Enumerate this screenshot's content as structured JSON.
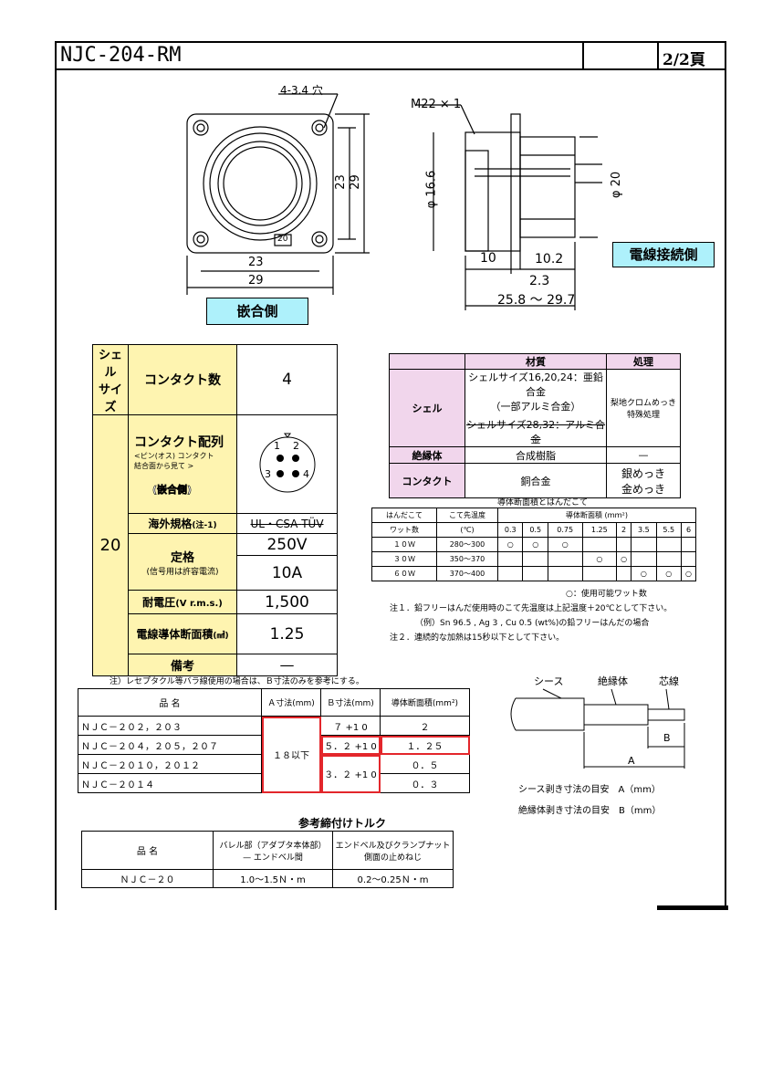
{
  "header": {
    "title": "NJC-204-RM",
    "page": "2/2頁"
  },
  "drawing": {
    "front": {
      "hole_note": "4-3.4 穴",
      "dim_23_h": "23",
      "dim_29_h": "29",
      "dim_23_v": "23",
      "dim_29_v": "29",
      "shell_mark": "20",
      "label": "嵌合側"
    },
    "side": {
      "thread": "M22 × 1",
      "dia_16_6": "φ 16.6",
      "dia_20": "φ 20",
      "dim_10": "10",
      "dim_10_2": "10.2",
      "dim_2_3": "2.3",
      "dim_len": "25.8 ～ 29.7",
      "label": "電線接続側"
    }
  },
  "spec": {
    "shell_size_label": "シェル\nサイズ",
    "contacts_label": "コンタクト数",
    "contacts_value": "4",
    "shell_size_value": "20",
    "arrangement_label": "コンタクト配列",
    "arrangement_note1": "<ピン(オス) コンタクト",
    "arrangement_note2": "結合面から見て >",
    "arrangement_side": "(嵌合側)",
    "pin_labels": [
      "1",
      "2",
      "3",
      "4"
    ],
    "overseas_label": "海外規格",
    "overseas_note": "(注-1)",
    "overseas_values": [
      "UL・CSA",
      "TÜV"
    ],
    "rating_label": "定格",
    "rating_note": "(信号用は許容電流)",
    "rating_voltage": "250V",
    "rating_current": "10A",
    "withstand_label": "耐電圧",
    "withstand_unit": "(V r.m.s.)",
    "withstand_value": "1,500",
    "wire_label": "電線導体断面積",
    "wire_unit": "(㎟)",
    "wire_value": "1.25",
    "remark_label": "備考",
    "remark_value": "—"
  },
  "materials": {
    "headers": [
      "材質",
      "処理"
    ],
    "rows": [
      {
        "part": "シェル",
        "material": "シェルサイズ16,20,24：亜鉛合金\n（一部アルミ合金）",
        "material_struck": "シェルサイズ28,32：アルミ合金",
        "treatment": "梨地クロムめっき\n特殊処理"
      },
      {
        "part": "絶縁体",
        "material": "合成樹脂",
        "treatment": "—"
      },
      {
        "part": "コンタクト",
        "material": "銅合金",
        "treatment": "銀めっき\n金めっき"
      }
    ]
  },
  "solder": {
    "title": "導体断面積とはんだこて",
    "h1": "はんだこて",
    "h1b": "ワット数",
    "h2": "こて先温度",
    "h2b": "(℃)",
    "h3": "導体断面積 (ｍｍ²)",
    "sizes": [
      "0.3",
      "0.5",
      "0.75",
      "1.25",
      "2",
      "3.5",
      "5.5",
      "6"
    ],
    "rows": [
      {
        "watt": "１０Ｗ",
        "temp": "280～300",
        "marks": [
          "○",
          "○",
          "○",
          "",
          "",
          "",
          "",
          ""
        ]
      },
      {
        "watt": "３０Ｗ",
        "temp": "350～370",
        "marks": [
          "",
          "",
          "",
          "○",
          "○",
          "",
          "",
          ""
        ]
      },
      {
        "watt": "６０Ｗ",
        "temp": "370～400",
        "marks": [
          "",
          "",
          "",
          "",
          "",
          "○",
          "○",
          "○"
        ]
      }
    ],
    "legend": "○：使用可能ワット数",
    "note1": "注１．鉛フリーはんだ使用時のこて先温度は上記温度＋20℃として下さい。",
    "note1b": "（例）Sn 96.5 , Ag 3 , Cu 0.5 (wt%)の鉛フリーはんだの場合",
    "note2": "注２．連続的な加熱は15秒以下として下さい。"
  },
  "strip": {
    "note": "注）レセプタクル等バラ線使用の場合は、Ｂ寸法のみを参考にする。",
    "headers": [
      "品 名",
      "Ａ寸法(mm)",
      "Ｂ寸法(mm)",
      "導体断面積(mm²)"
    ],
    "rows": [
      {
        "name": "ＮＪＣ－２０２，２０３",
        "b": "７ +1 0",
        "area": "２"
      },
      {
        "name": "ＮＪＣ－２０４，２０５，２０７",
        "b": "５．２ +1 0",
        "area": "１．２５"
      },
      {
        "name": "ＮＪＣ－２０１０，２０１２",
        "b": "３．２ +1 0",
        "area": "０．５"
      },
      {
        "name": "ＮＪＣ－２０１４",
        "b": "",
        "area": "０．３"
      }
    ],
    "a_value": "１８以下",
    "diagram": {
      "sheath": "シース",
      "insulator": "絶縁体",
      "core": "芯線",
      "dim_a": "A",
      "dim_b": "B",
      "guide_a": "シース剥き寸法の目安　A（mm）",
      "guide_b": "絶縁体剥き寸法の目安　B（mm）"
    }
  },
  "torque": {
    "title": "参考締付けトルク",
    "headers": [
      "品 名",
      "バレル部（アダプタ本体部）\n— エンドベル間",
      "エンドベル及びクランプナット\n側面の止めねじ"
    ],
    "row": {
      "name": "ＮＪＣ－２０",
      "v1": "1.0～1.5Ｎ・m",
      "v2": "0.2～0.25Ｎ・m"
    }
  }
}
